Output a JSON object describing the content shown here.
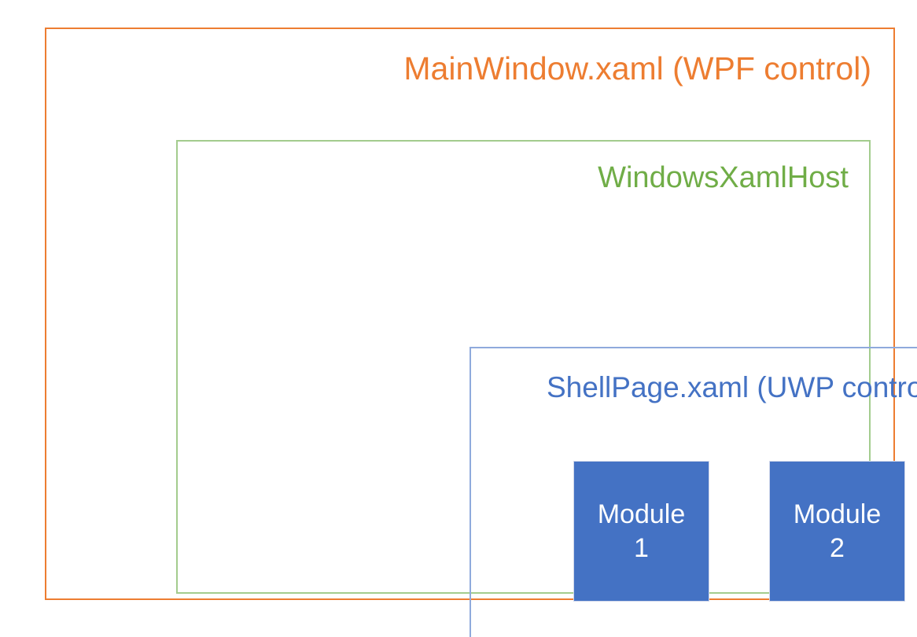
{
  "diagram": {
    "type": "nested-containment",
    "title_visible": false,
    "layers": [
      {
        "id": "mainwindow",
        "label": "MainWindow.xaml (WPF control)",
        "color": "#ED7D31",
        "level": 1
      },
      {
        "id": "windowsxamlhost",
        "label": "WindowsXamlHost",
        "color": "#70AD47",
        "border_color": "#A3CC8E",
        "level": 2
      },
      {
        "id": "shellpage",
        "label": "ShellPage.xaml (UWP control)",
        "color": "#4472C4",
        "border_color": "#8FAADC",
        "level": 3
      }
    ],
    "modules": [
      {
        "id": "module-1",
        "name": "Module",
        "number": "1",
        "fill": "#4472C4",
        "text_color": "#FFFFFF"
      },
      {
        "id": "module-2",
        "name": "Module",
        "number": "2",
        "fill": "#4472C4",
        "text_color": "#FFFFFF"
      }
    ]
  }
}
